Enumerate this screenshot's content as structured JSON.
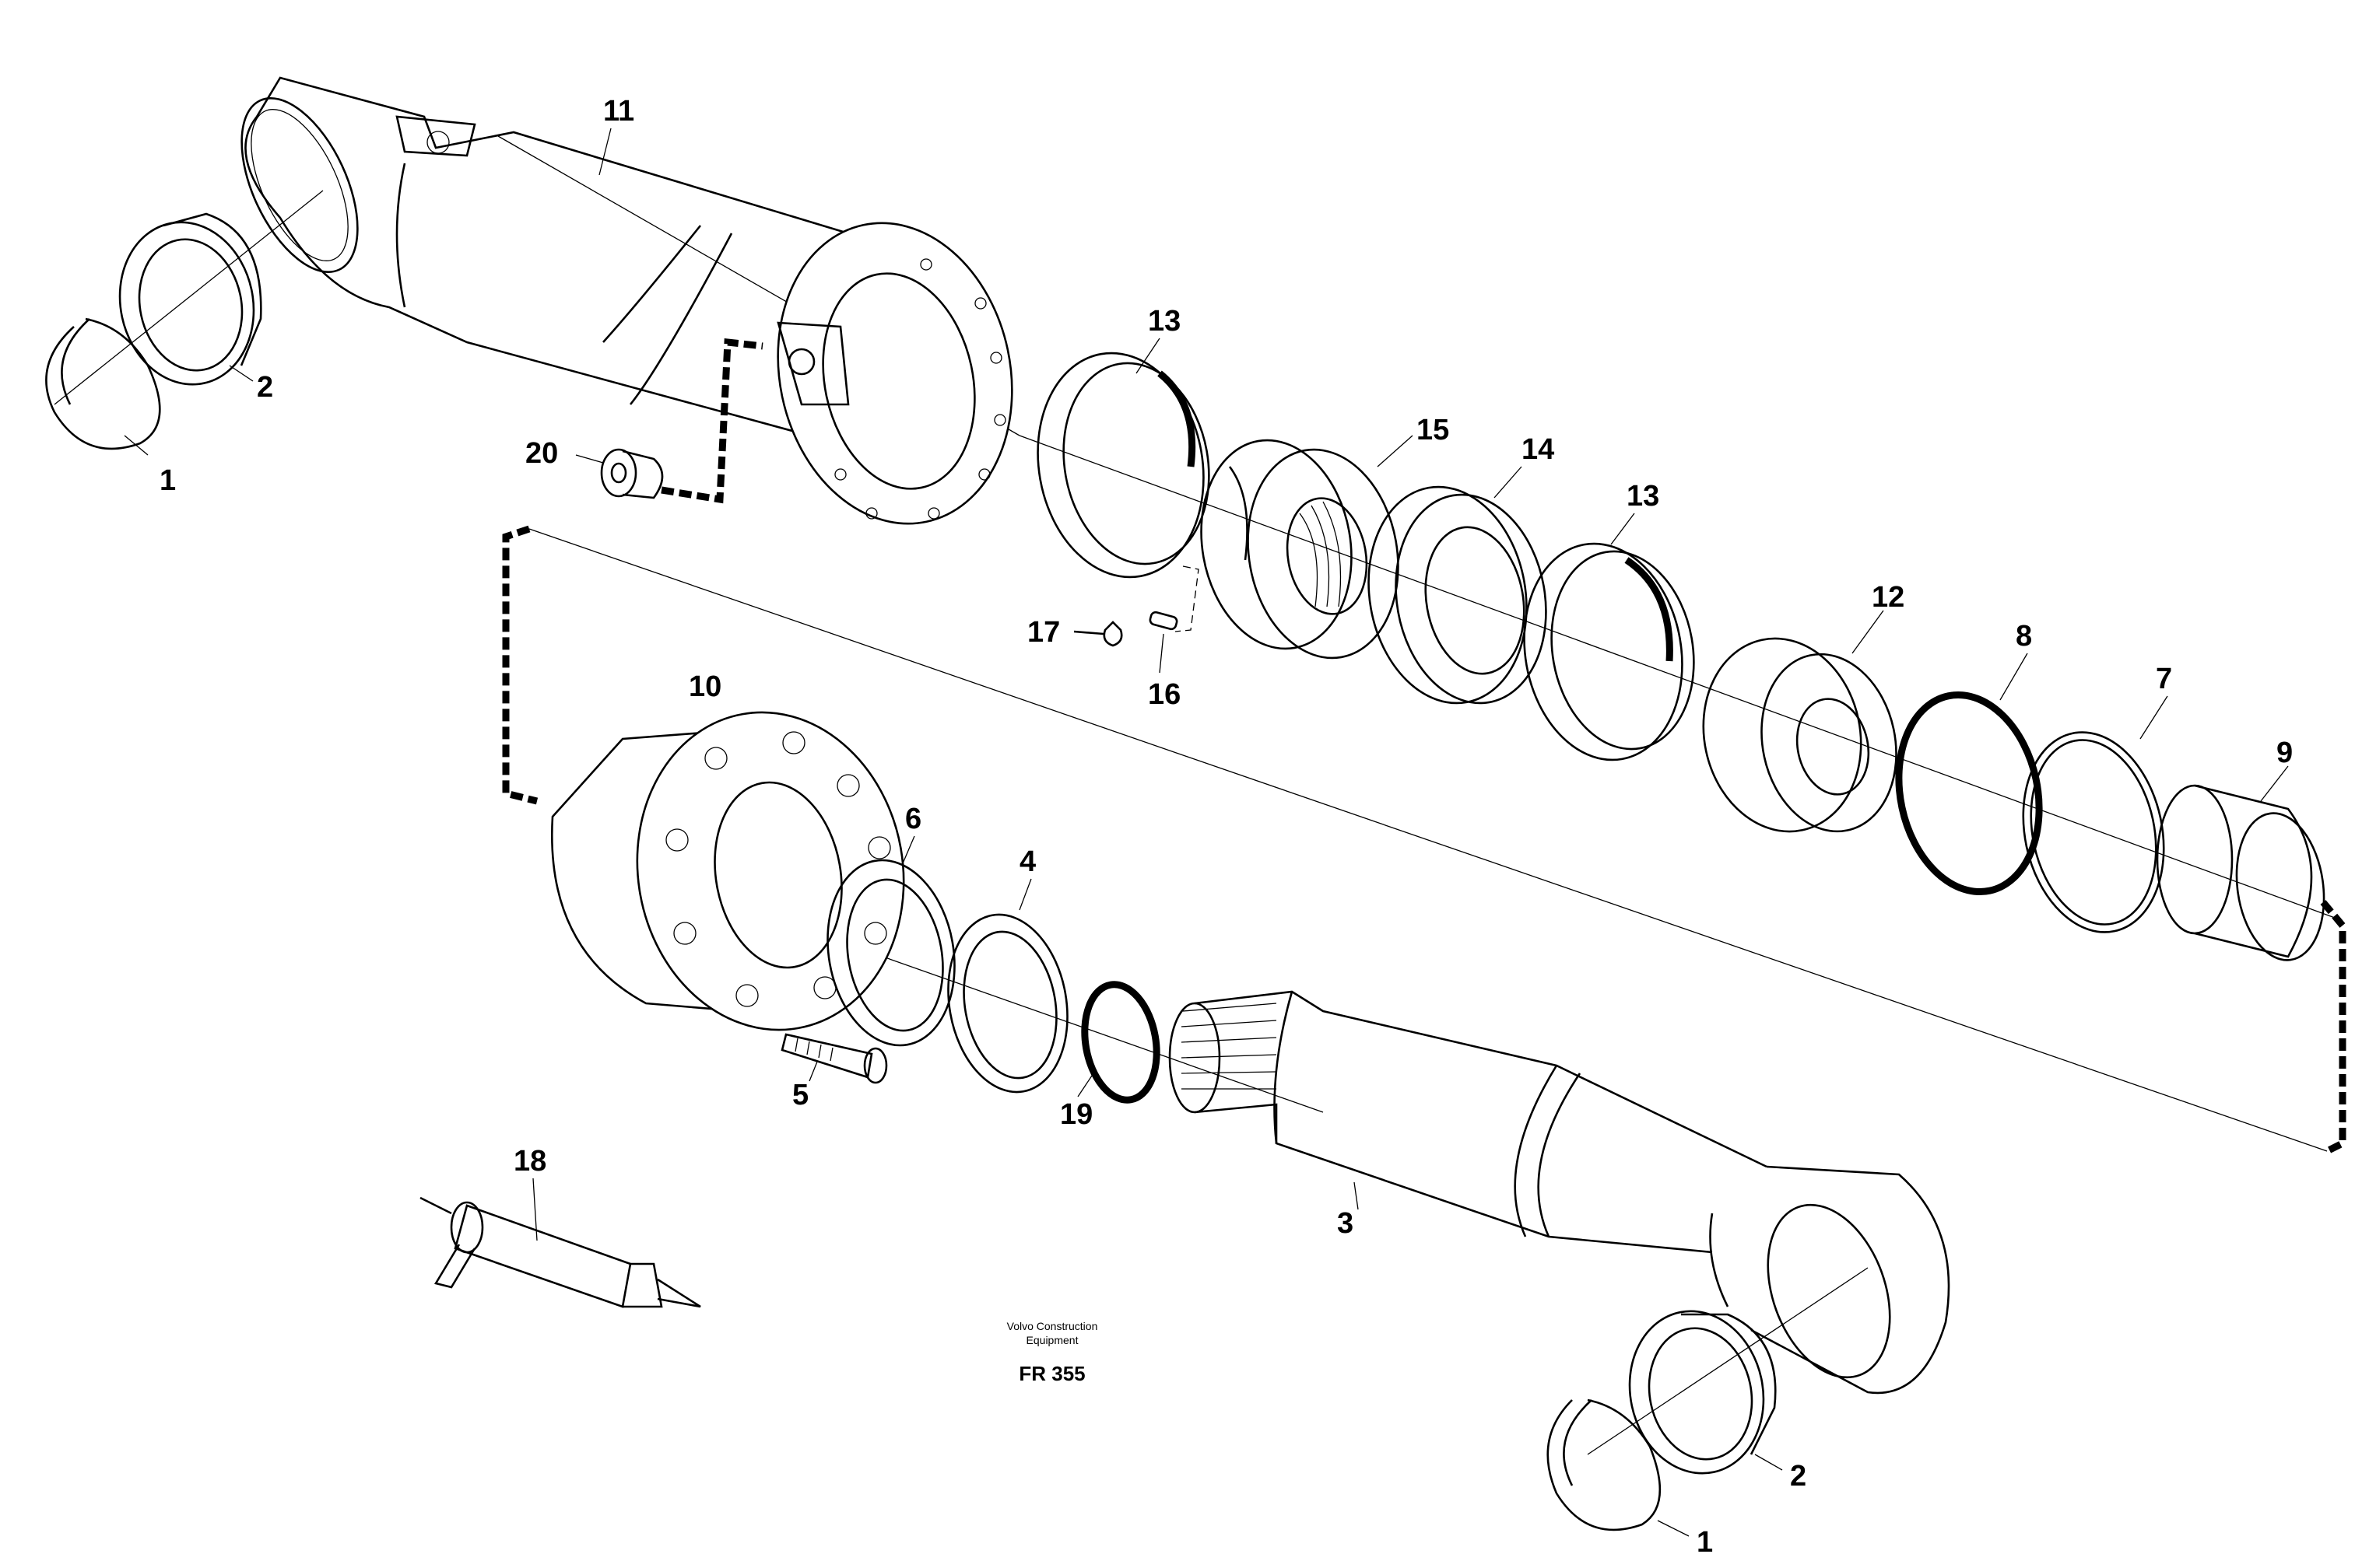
{
  "callouts": {
    "p1_top": "1",
    "p2_top": "2",
    "p3": "3",
    "p4": "4",
    "p5": "5",
    "p6": "6",
    "p7": "7",
    "p8": "8",
    "p9": "9",
    "p10": "10",
    "p11": "11",
    "p12": "12",
    "p13_a": "13",
    "p13_b": "13",
    "p14": "14",
    "p15": "15",
    "p16": "16",
    "p17": "17",
    "p18": "18",
    "p19": "19",
    "p20": "20",
    "p1_bottom": "1",
    "p2_bottom": "2"
  },
  "credit": {
    "line1": "Volvo Construction",
    "line2": "Equipment"
  },
  "figure_code": "FR 355"
}
